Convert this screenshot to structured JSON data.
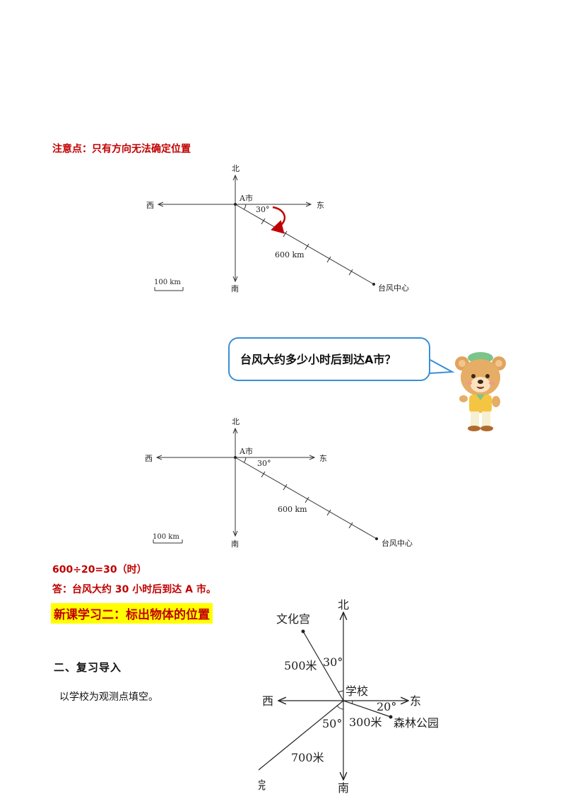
{
  "note": "注意点：只有方向无法确定位置",
  "diagram1": {
    "north": "北",
    "south": "南",
    "east": "东",
    "west": "西",
    "city": "A市",
    "angle": "30°",
    "distance": "600 km",
    "typhoon": "台风中心",
    "scale": "100 km"
  },
  "bubble": {
    "text": "台风大约多少小时后到达A市？"
  },
  "diagram2": {
    "north": "北",
    "south": "南",
    "east": "东",
    "west": "西",
    "city": "A市",
    "angle": "30°",
    "distance": "600 km",
    "typhoon": "台风中心",
    "scale": "100 km"
  },
  "calculation": "600÷20=30（时）",
  "answer": "答：台风大约 30 小时后到达 A 市。",
  "section_title": "新课学习二：标出物体的位置",
  "review_title": "二、复习导入",
  "instruction": "以学校为观测点填空。",
  "map": {
    "north": "北",
    "south": "南",
    "east": "东",
    "west": "西",
    "center": "学校",
    "culture_palace": "文化宫",
    "palace_distance": "500米",
    "palace_angle": "30°",
    "park": "森林公园",
    "park_distance": "300米",
    "park_angle": "20°",
    "hospital": "医院",
    "hospital_distance": "700米",
    "hospital_angle": "50°"
  },
  "colors": {
    "red_text": "#c00000",
    "highlight": "#ffff00",
    "bubble_border": "#3a8fd6",
    "arrow": "#c00000"
  }
}
